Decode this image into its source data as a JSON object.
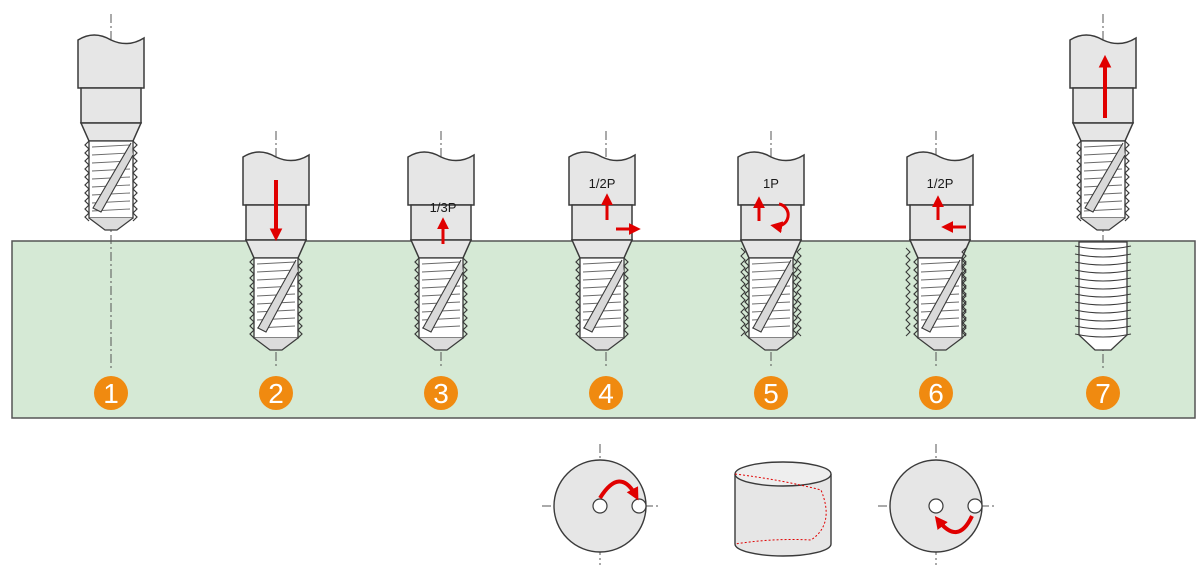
{
  "colors": {
    "workpiece_fill": "#d5e9d5",
    "workpiece_stroke": "#555555",
    "tool_body": "#e6e6e6",
    "tool_stroke": "#3a3a3a",
    "arrow": "#e00000",
    "badge": "#f08a10",
    "centerline": "#555555"
  },
  "steps": [
    {
      "number": "1",
      "label": "",
      "icons": []
    },
    {
      "number": "2",
      "label": "",
      "icons": [
        "arrow-down-icon"
      ]
    },
    {
      "number": "3",
      "label": "1/3P",
      "icons": [
        "arrow-up-icon"
      ]
    },
    {
      "number": "4",
      "label": "1/2P",
      "icons": [
        "arrow-up-icon",
        "arrow-right-icon"
      ]
    },
    {
      "number": "5",
      "label": "1P",
      "icons": [
        "arrow-up-icon",
        "circular-arrow-icon"
      ]
    },
    {
      "number": "6",
      "label": "1/2P",
      "icons": [
        "arrow-up-icon",
        "arrow-left-icon"
      ]
    },
    {
      "number": "7",
      "label": "",
      "icons": [
        "arrow-up-icon"
      ]
    }
  ],
  "bottom_views": [
    "circle-orbit-outward-icon",
    "cylinder-helix-path-icon",
    "circle-orbit-return-icon"
  ]
}
